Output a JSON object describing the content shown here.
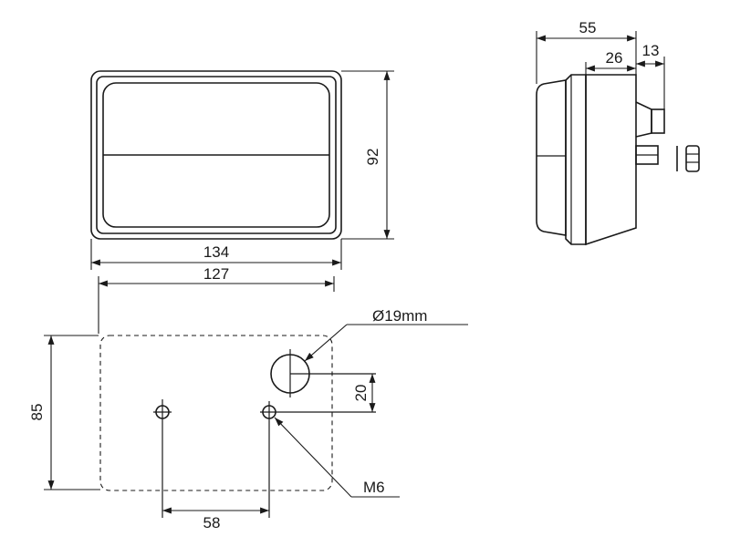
{
  "colors": {
    "line": "#1a1a1a",
    "background": "#ffffff"
  },
  "dimensions": {
    "overall_width": "134",
    "glass_width": "127",
    "height": "92",
    "cutout_height": "85",
    "depth_total": "55",
    "depth_body": "26",
    "depth_connector": "13",
    "hole_spacing": "58",
    "hole_offset": "20"
  },
  "callouts": {
    "large_hole": "Ø19mm",
    "bolt_hole": "M6"
  }
}
